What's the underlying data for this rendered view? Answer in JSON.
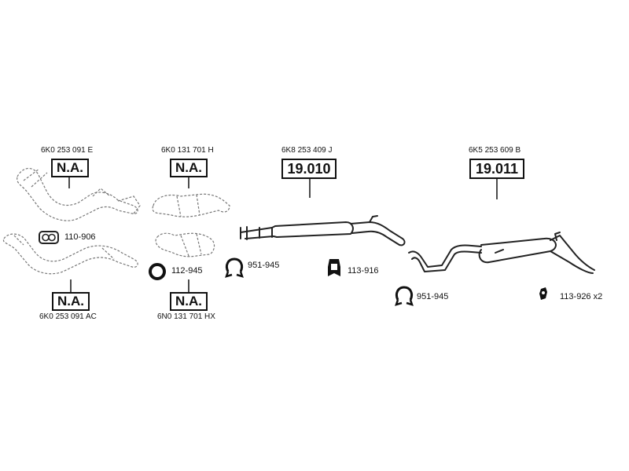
{
  "parts": [
    {
      "ref": "6K0 253 091 E",
      "code": "N.A."
    },
    {
      "ref": "6K0 131 701 H",
      "code": "N.A."
    },
    {
      "ref": "6K8 253 409 J",
      "code": "19.010"
    },
    {
      "ref": "6K5 253 609 B",
      "code": "19.011"
    },
    {
      "ref": "6K0 253 091 AC",
      "code": "N.A."
    },
    {
      "ref": "6N0 131 701 HX",
      "code": "N.A."
    }
  ],
  "accessories": [
    {
      "label": "110-906",
      "icon": "gasket-icon"
    },
    {
      "label": "112-945",
      "icon": "ring-icon"
    },
    {
      "label": "951-945",
      "icon": "clamp-icon"
    },
    {
      "label": "113-916",
      "icon": "rubber-mount-icon"
    },
    {
      "label": "951-945",
      "icon": "clamp-icon"
    },
    {
      "label": "113-926 x2",
      "icon": "hanger-icon"
    }
  ]
}
